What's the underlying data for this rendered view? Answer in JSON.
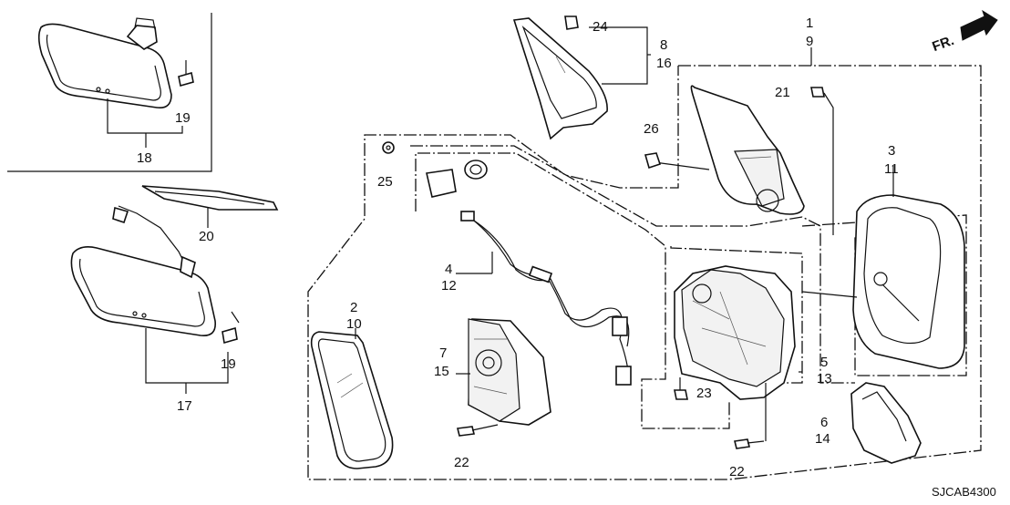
{
  "diagram": {
    "reference_code": "SJCAB4300",
    "direction_label": "FR.",
    "callouts": {
      "p1": "1",
      "p2": "2",
      "p3": "3",
      "p4": "4",
      "p5": "5",
      "p6": "6",
      "p7": "7",
      "p8": "8",
      "p9": "9",
      "p10": "10",
      "p11": "11",
      "p12": "12",
      "p13": "13",
      "p14": "14",
      "p15": "15",
      "p16": "16",
      "p17": "17",
      "p18": "18",
      "p19a": "19",
      "p19b": "19",
      "p20": "20",
      "p21": "21",
      "p22a": "22",
      "p22b": "22",
      "p23": "23",
      "p24": "24",
      "p25": "25",
      "p26": "26"
    }
  }
}
